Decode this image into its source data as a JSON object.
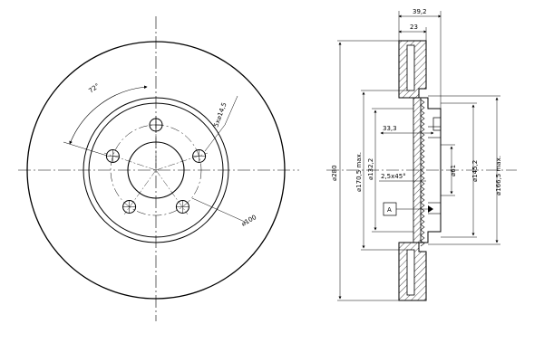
{
  "labels": {
    "angle": "72°",
    "bolt_hole": "5x⌀14,5",
    "pcd": "⌀100",
    "thickness_total": "39,2",
    "thickness_disc": "23",
    "offset": "33,3",
    "chamfer": "2,5x45°",
    "datum": "A",
    "d_outer": "⌀280",
    "d_vent_max": "⌀170,5 max.",
    "d_hat": "⌀132,2",
    "d_center": "⌀61",
    "d_hub": "⌀145,2",
    "d_hat_max": "⌀166,5 max."
  }
}
